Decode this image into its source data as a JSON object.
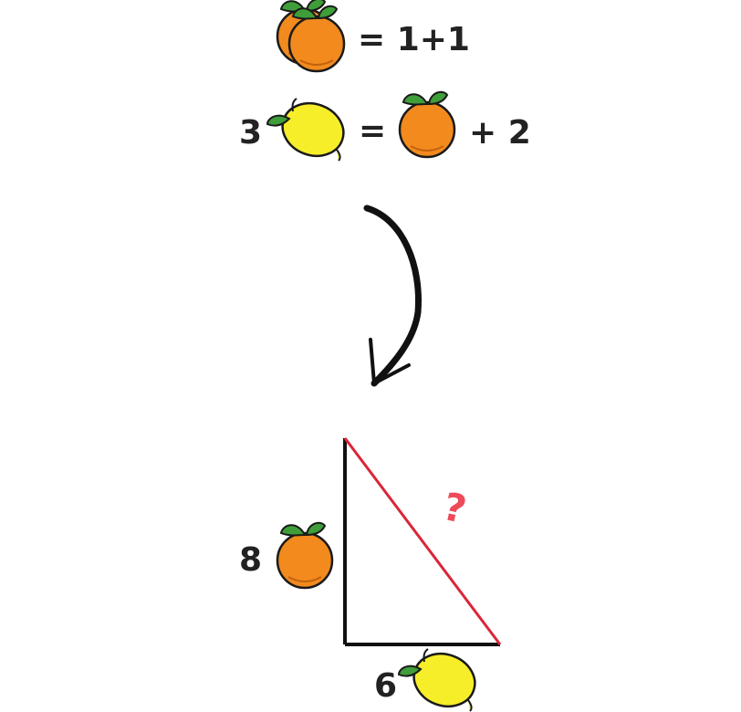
{
  "puzzle": {
    "line1": {
      "right": "= 1+1"
    },
    "line2": {
      "coefficient": "3",
      "equals": "=",
      "tail": "+ 2"
    },
    "triangle": {
      "vertical_leg_label": "8",
      "base_leg_label": "6",
      "hypotenuse_label": "?"
    }
  },
  "icons": {
    "orange": "orange-fruit-icon",
    "lemon": "lemon-fruit-icon",
    "arrow": "curved-down-arrow"
  },
  "colors": {
    "orange": "#f28a1e",
    "lemon": "#f7ee2a",
    "leaf": "#3f9e39",
    "hypotenuse": "#d9263a",
    "question": "#ee4a5a",
    "ink": "#222222"
  }
}
